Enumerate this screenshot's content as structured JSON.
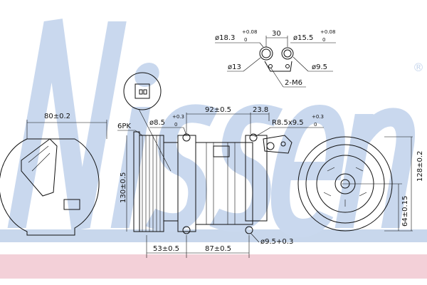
{
  "watermark": {
    "brand": "Nissens",
    "registered": "®",
    "color": "#c9d8ee"
  },
  "bands": {
    "blue": "#c8d7ec",
    "pink": "#f3d0d8"
  },
  "dimensions": {
    "port_left_dia": "ø18.3",
    "port_left_tol_plus": "+0.08",
    "port_left_tol_minus": "0",
    "port_spacing": "30",
    "port_right_dia": "ø15.5",
    "port_right_tol_plus": "+0.08",
    "port_right_tol_minus": "0",
    "port_left_inner": "ø13",
    "port_right_inner": "ø9.5",
    "threads": "2-M6",
    "pulley_width": "80±0.2",
    "belt": "6PK",
    "mount_hole": "ø8.5",
    "mount_hole_tol_plus": "+0.3",
    "mount_hole_tol_minus": "0",
    "mount_span_top": "92±0.5",
    "offset_top": "23.8",
    "slot": "R8.5x9.5",
    "slot_tol_plus": "+0.3",
    "slot_tol_minus": "0",
    "height_side": "130±0.5",
    "height_front": "128±0.2",
    "half_height": "64±0.15",
    "pulley_to_mount": "53±0.5",
    "mount_span_bottom": "87±0.5",
    "bottom_hole": "ø9.5+0.3"
  }
}
